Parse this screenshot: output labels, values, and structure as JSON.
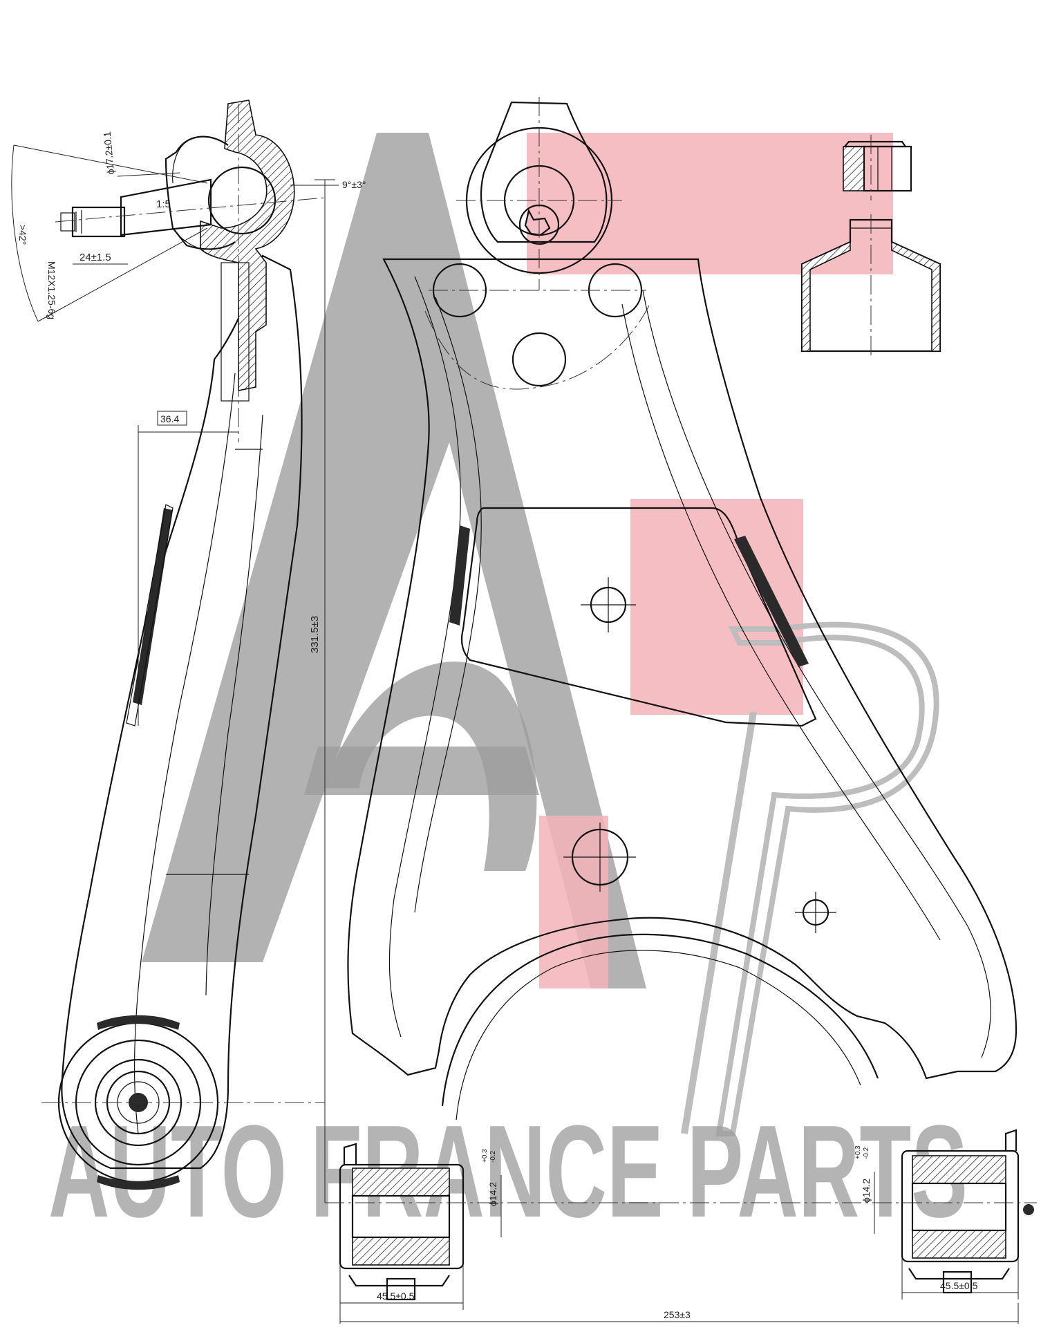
{
  "brand": {
    "logo_text": "AUTO FRANCE PARTS",
    "colors": {
      "grey": "#9c9c9c",
      "red": "#f3b3b8",
      "line": "#111111"
    }
  },
  "dimensions": {
    "ball_pin_diameter": "ϕ17.2±0.1",
    "taper_ratio": "1:5",
    "thread_spec": "M12X1.25-6g",
    "thread_length": "24±1.5",
    "swivel_angle": ">42°",
    "tilt_angle": "9°±3°",
    "offset": "36.4",
    "height": "331.5±3",
    "bushing_bore_left": "ϕ14.2",
    "bushing_bore_right": "ϕ14.2",
    "bore_tol_upper": "+0.3",
    "bore_tol_lower": "-0.2",
    "bushing_width_left": "45.5±0.5",
    "bushing_width_right": "45.5±0.5",
    "overall_width": "253±3"
  }
}
